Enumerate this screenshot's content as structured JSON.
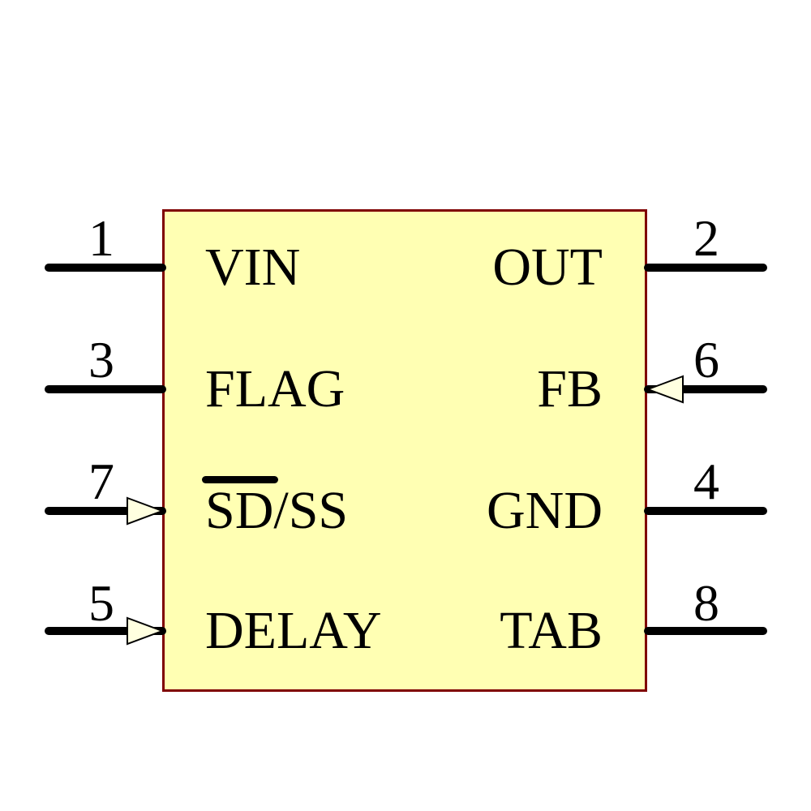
{
  "component": {
    "kind": "IC schematic symbol",
    "body_fill": "#FFFFB3",
    "body_border": "#7F0000",
    "arrow_fill": "#FFFFE0",
    "line_color": "#000000"
  },
  "pins": {
    "left": [
      {
        "number": "1",
        "label": "VIN",
        "arrow": false
      },
      {
        "number": "3",
        "label": "FLAG",
        "arrow": false
      },
      {
        "number": "7",
        "label": "SD/SS",
        "arrow": true,
        "label_parts": {
          "overlined": "SD",
          "rest": "/SS"
        }
      },
      {
        "number": "5",
        "label": "DELAY",
        "arrow": true
      }
    ],
    "right": [
      {
        "number": "2",
        "label": "OUT",
        "arrow": false
      },
      {
        "number": "6",
        "label": "FB",
        "arrow": true
      },
      {
        "number": "4",
        "label": "GND",
        "arrow": false
      },
      {
        "number": "8",
        "label": "TAB",
        "arrow": false
      }
    ]
  }
}
